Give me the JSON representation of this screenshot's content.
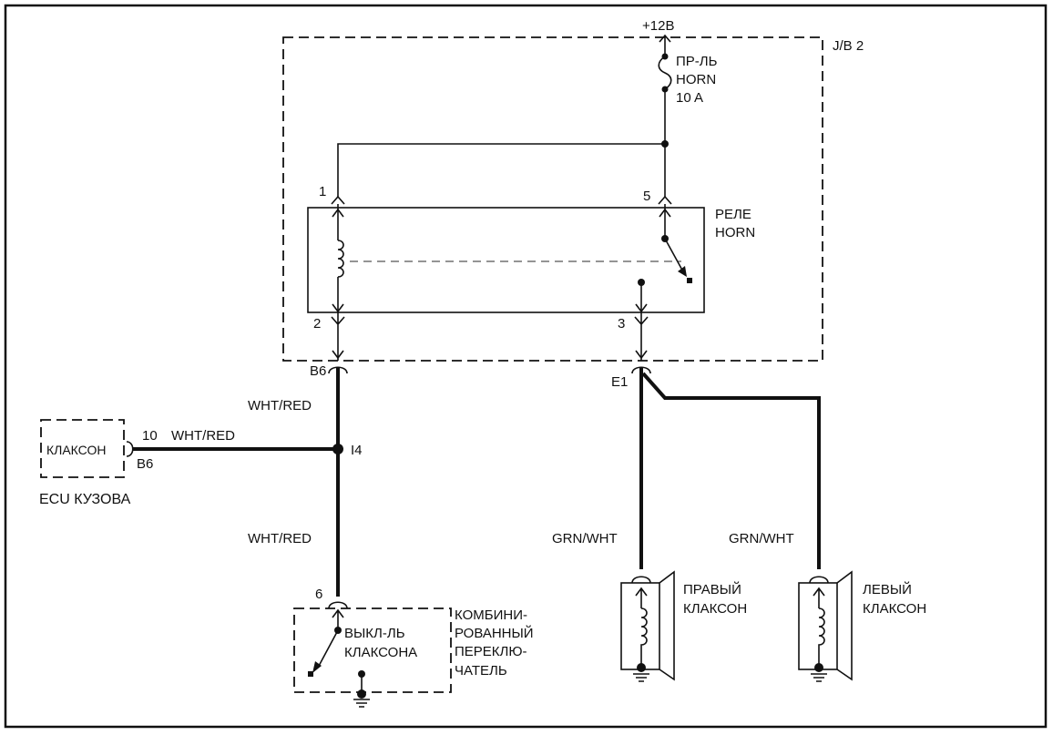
{
  "supply": {
    "label": "+12В"
  },
  "junction_box": {
    "label": "J/B 2"
  },
  "fuse": {
    "line1": "ПР-ЛЬ",
    "line2": "HORN",
    "line3": "10 A"
  },
  "relay": {
    "line1": "РЕЛЕ",
    "line2": "HORN",
    "pin1": "1",
    "pin2": "2",
    "pin3": "3",
    "pin5": "5"
  },
  "connectors": {
    "b6_jb": "B6",
    "e1": "E1",
    "i4": "I4",
    "ecu_pin": "10",
    "ecu_conn": "B6",
    "switch_pin": "6"
  },
  "wires": {
    "wht_red_1": "WHT/RED",
    "wht_red_ecu": "WHT/RED",
    "wht_red_2": "WHT/RED",
    "grn_wht_right": "GRN/WHT",
    "grn_wht_left": "GRN/WHT"
  },
  "ecu": {
    "box_label": "КЛАКСОН",
    "caption": "ECU  КУЗОВА"
  },
  "horn_switch": {
    "line1": "ВЫКЛ-ЛЬ",
    "line2": "КЛАКСОНА",
    "combo1": "КОМБИНИ-",
    "combo2": "РОВАННЫЙ",
    "combo3": "ПЕРЕКЛЮ-",
    "combo4": "ЧАТЕЛЬ"
  },
  "right_horn": {
    "line1": "ПРАВЫЙ",
    "line2": "КЛАКСОН"
  },
  "left_horn": {
    "line1": "ЛЕВЫЙ",
    "line2": "КЛАКСОН"
  }
}
